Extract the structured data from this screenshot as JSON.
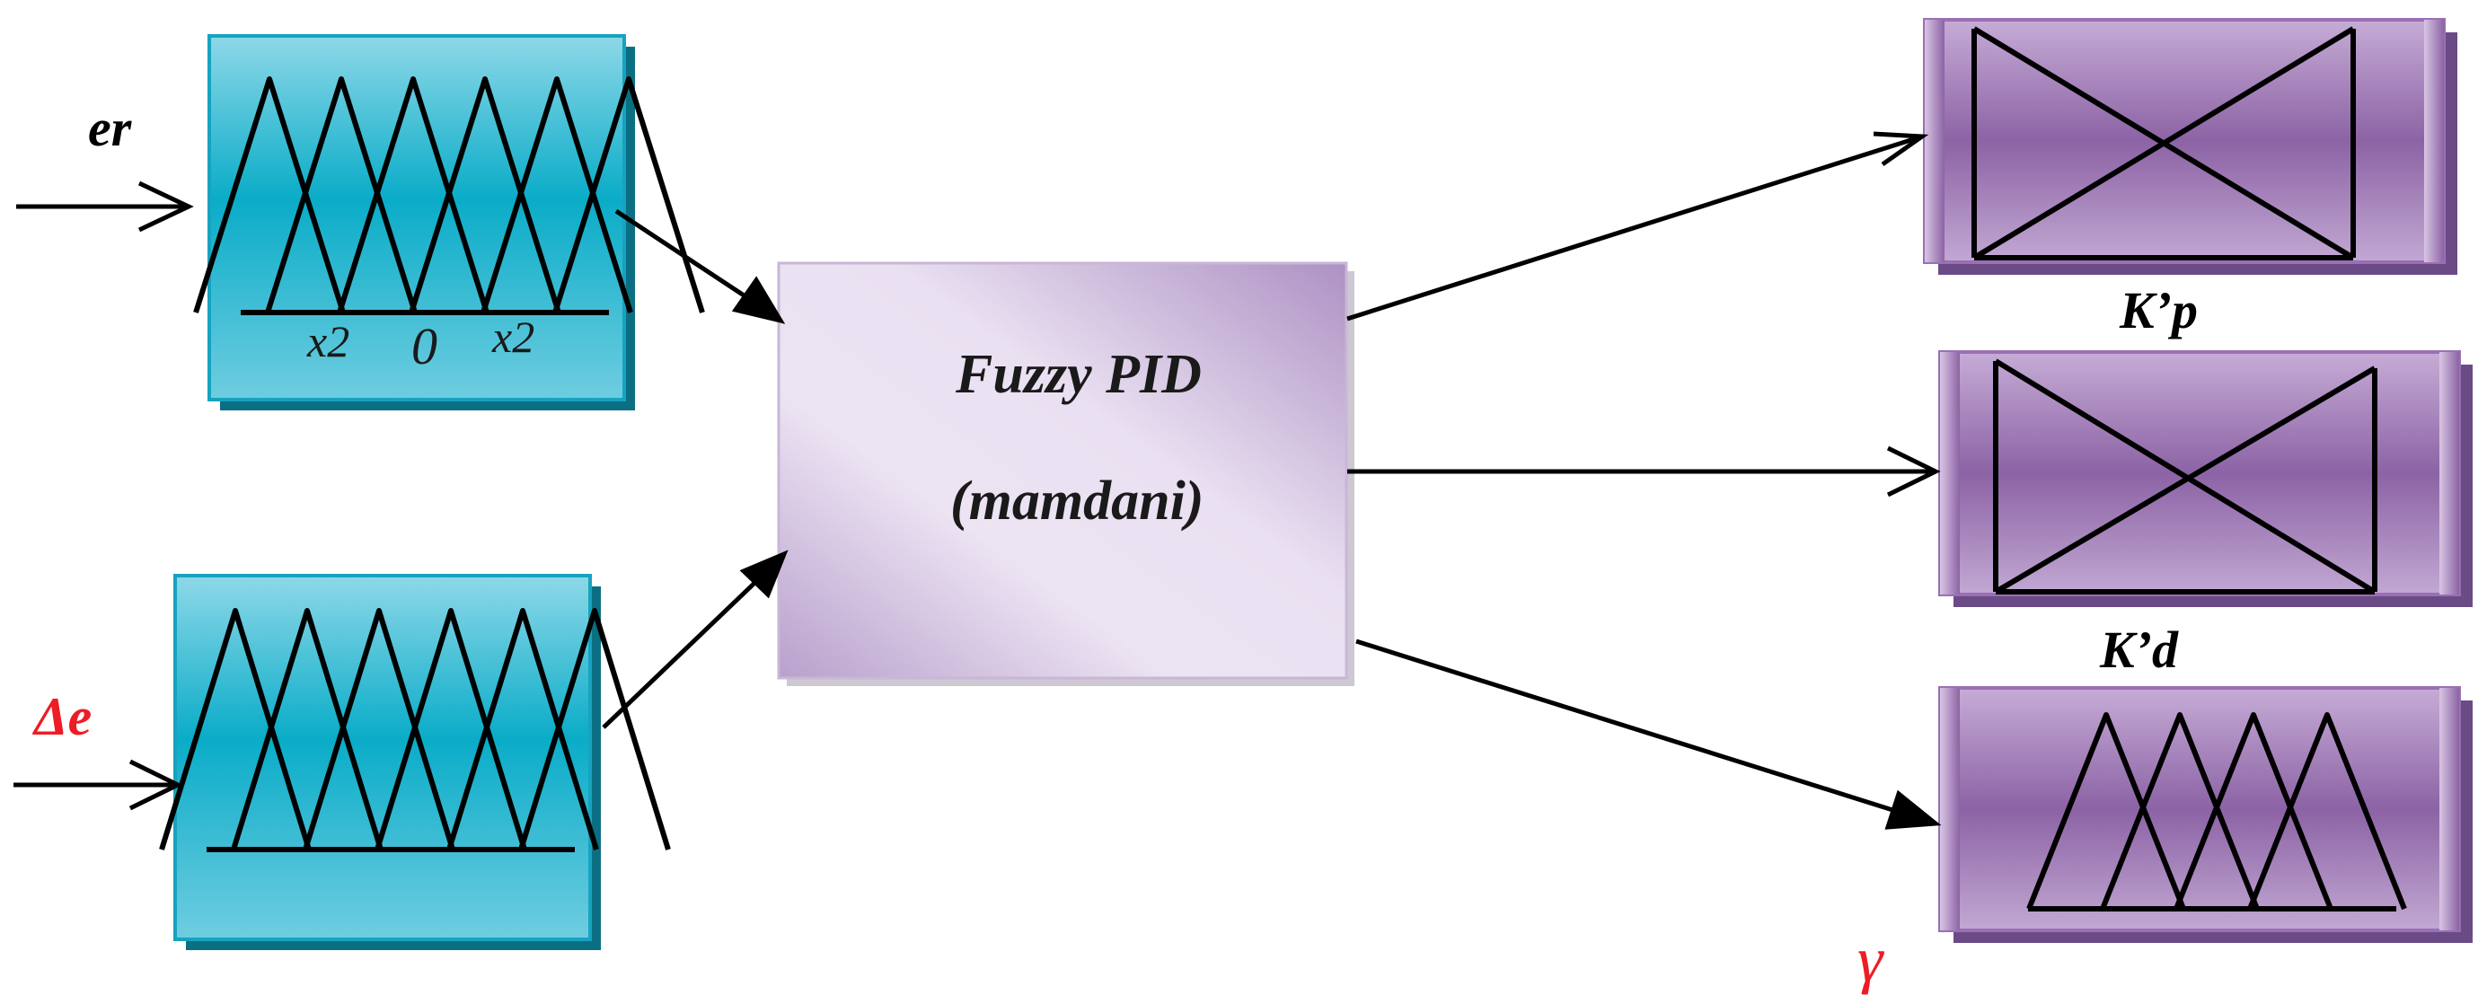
{
  "inputs": {
    "er": {
      "label": "er",
      "axis_labels": [
        "x2",
        "0",
        "x2"
      ]
    },
    "de": {
      "label": "Δe"
    }
  },
  "controller": {
    "line1": "Fuzzy PID",
    "line2": "(mamdani)"
  },
  "outputs": {
    "kp": {
      "label": "K’p"
    },
    "kd": {
      "label": "K’d"
    },
    "gamma": {
      "label": "γ"
    }
  },
  "colors": {
    "teal_light": "#7fd3e4",
    "teal_dark": "#0aa8c4",
    "teal_border": "#17a3bf",
    "shadow_teal": "#0b6f83",
    "purple_light": "#b99bcb",
    "purple_dark": "#8d64a6",
    "purple_border": "#9a6fb5",
    "shadow_purple": "#6b4b86",
    "center_light": "#ece4f3",
    "center_dark": "#b49ac8",
    "text_red": "#ee1c25",
    "text_black": "#000000"
  }
}
